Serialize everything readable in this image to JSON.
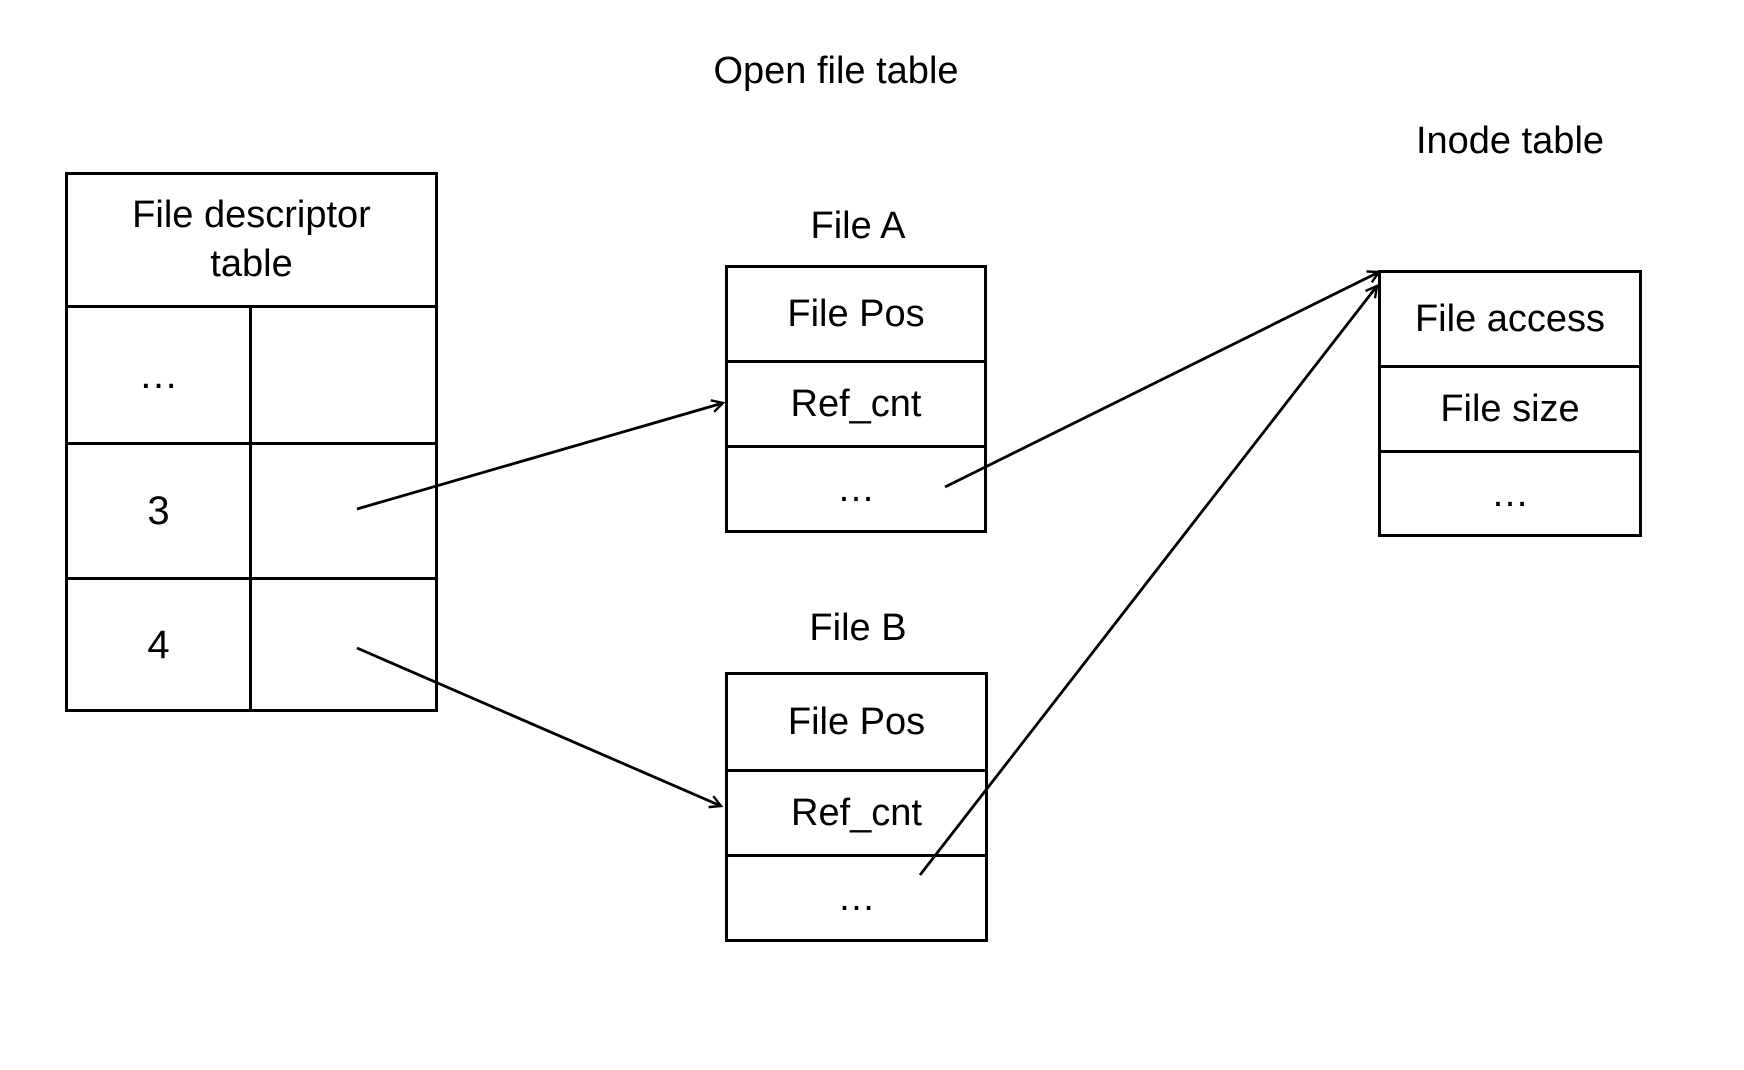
{
  "titles": {
    "open_file_table": "Open file table",
    "inode_table": "Inode table"
  },
  "fd_table": {
    "header": "File descriptor table",
    "rows": [
      {
        "fd": "…",
        "pointer": ""
      },
      {
        "fd": "3",
        "pointer": ""
      },
      {
        "fd": "4",
        "pointer": ""
      }
    ]
  },
  "open_files": [
    {
      "title": "File A",
      "rows": [
        "File Pos",
        "Ref_cnt",
        "…"
      ]
    },
    {
      "title": "File B",
      "rows": [
        "File Pos",
        "Ref_cnt",
        "…"
      ]
    }
  ],
  "inode": {
    "rows": [
      "File access",
      "File size",
      "…"
    ]
  },
  "arrows": [
    {
      "from": "fd-row-3",
      "to": "file-a-ref-cnt"
    },
    {
      "from": "fd-row-4",
      "to": "file-b-ref-cnt"
    },
    {
      "from": "file-a-dots",
      "to": "inode-table-top-left"
    },
    {
      "from": "file-b-dots",
      "to": "inode-table-top-left"
    }
  ],
  "colors": {
    "line": "#000000",
    "background": "#ffffff"
  }
}
